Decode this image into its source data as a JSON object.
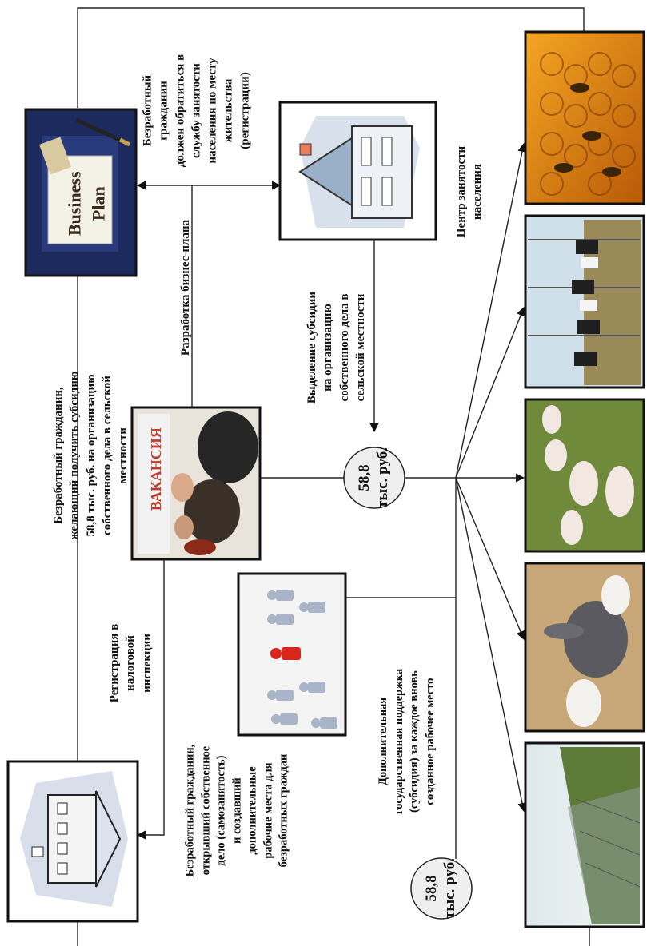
{
  "diagram": {
    "center_employment": {
      "label": "Центр занятости\nнаселения",
      "desc": "Безработный\nгражданин\nдолжен обратиться в\nслужбу занятости\nнаселения по месту\nжительства\n(регистрации)"
    },
    "business_plan": {
      "image_text": "Business\nPlan",
      "label": "Разработка бизнес-плана"
    },
    "subsidy_allocation": "Выделение субсидии\nна организацию\nсобственного дела в\nсельской местности",
    "unemployed_applicant": "Безработный гражданин,\nжелающий получить субсидию\n58,8 тыс. руб. на организацию\nсобственного дела в сельской\nместности",
    "vacancy_image_text": "ВАКАНСИЯ",
    "circle_main": "58,8\nтыс. руб.",
    "circle_second": "58,8\nтыс. руб.",
    "tax_registration": "Регистрация в\nналоговой\nинспекции",
    "self_employed": "Безработный гражданин,\nоткрывший собственное\nдело (самозанятость)\nи создавший\nдополнительные\nрабочие места для\nбезработных граждан",
    "additional_support": "Дополнительная\nгосударственная поддержка\n(субсидия) за каждое вновь\nсозданное рабочее место",
    "photos": [
      "honeycomb-bees",
      "cows-barn",
      "pigs-field",
      "rabbits",
      "greenhouse-field"
    ]
  }
}
